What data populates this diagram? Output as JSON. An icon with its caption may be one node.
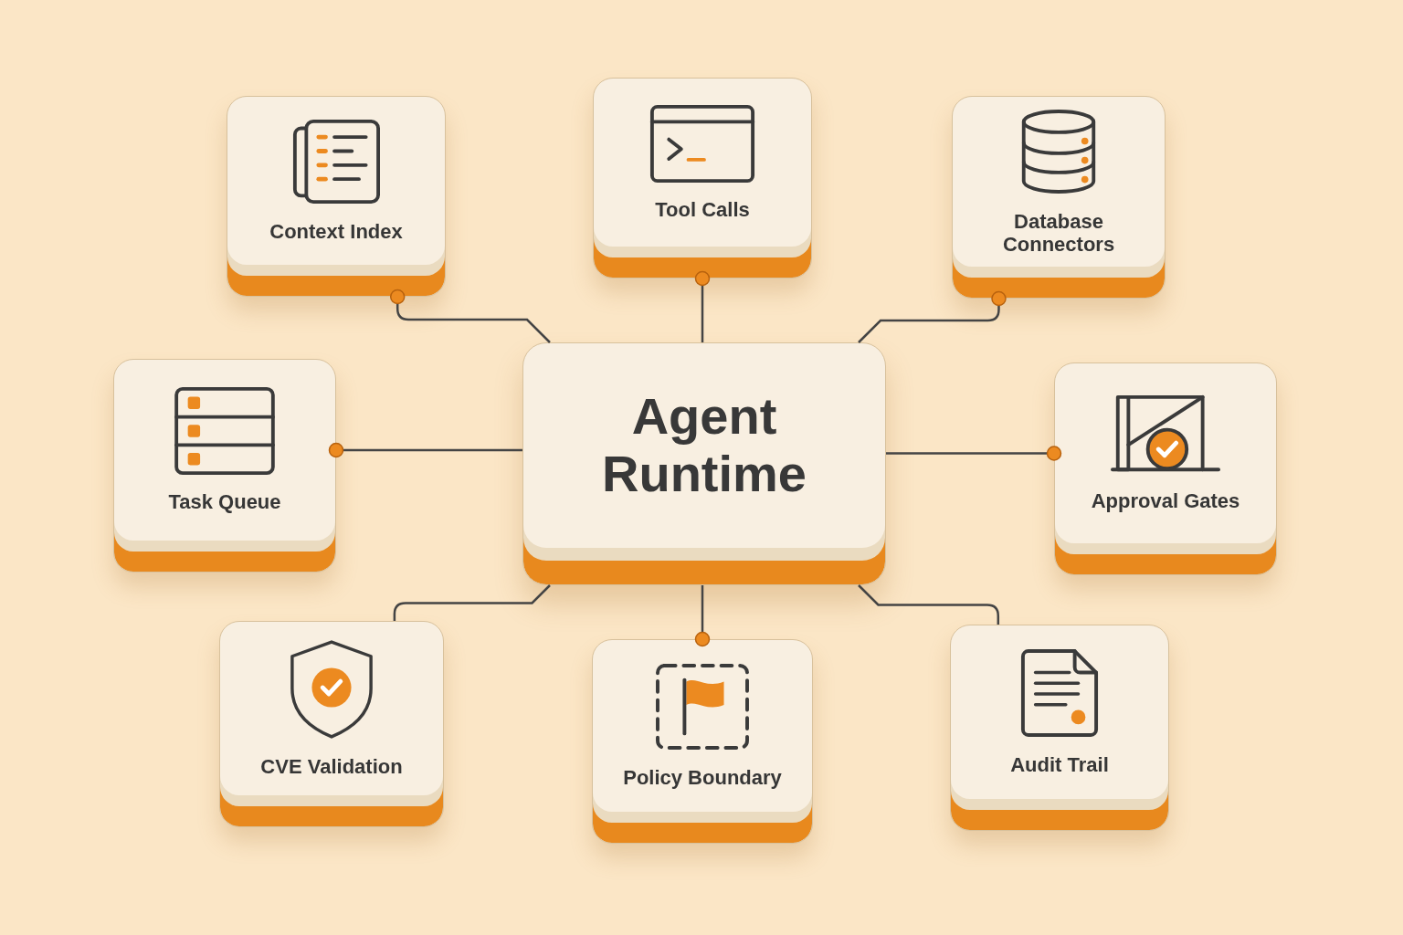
{
  "diagram": {
    "nodes": [
      {
        "text": [
          "Context Index"
        ]
      },
      {
        "text": [
          "Tool Calls"
        ]
      },
      {
        "text": [
          "Database Connectors"
        ]
      },
      {
        "text": [
          "Task Queue"
        ]
      },
      {
        "text": [
          "Agent Runtime"
        ]
      },
      {
        "text": [
          "Approval Gates"
        ]
      },
      {
        "text": [
          "CVE Validation"
        ]
      },
      {
        "text": [
          "Policy Boundary"
        ]
      },
      {
        "text": [
          "Audit Trail"
        ]
      }
    ],
    "edges": [
      {
        "from": 4,
        "to": 0,
        "arrow": "other"
      },
      {
        "from": 4,
        "to": 1,
        "arrow": "other"
      },
      {
        "from": 4,
        "to": 2,
        "arrow": "other"
      },
      {
        "from": 4,
        "to": 3,
        "arrow": "other"
      },
      {
        "from": 4,
        "to": 5,
        "arrow": "other"
      },
      {
        "from": 4,
        "to": 6,
        "arrow": "none"
      },
      {
        "from": 4,
        "to": 7,
        "arrow": "other"
      },
      {
        "from": 4,
        "to": 8,
        "arrow": "none"
      }
    ]
  }
}
